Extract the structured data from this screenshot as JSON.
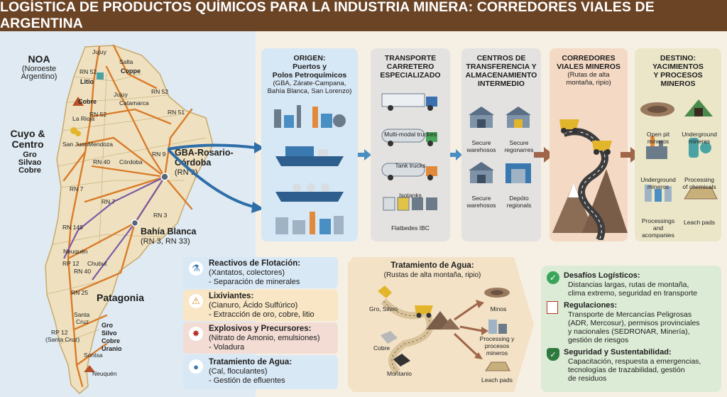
{
  "title": "LOGÍSTICA DE PRODUCTOS QUÍMICOS PARA LA INDUSTRIA MINERA: CORREDORES VIALES DE ARGENTINA",
  "map": {
    "regions": {
      "noa": {
        "name": "NOA",
        "sub1": "(Noroeste",
        "sub2": "Argentino)"
      },
      "cuyo": {
        "name1": "Cuyo &",
        "name2": "Centro",
        "sub1": "Gro",
        "sub2": "Silvao",
        "sub3": "Cobre"
      },
      "patagonia": {
        "name": "Patagonia",
        "sub1": "Gro",
        "sub2": "Silvo",
        "sub3": "Cobre",
        "sub4": "Uranio"
      }
    },
    "cities": {
      "jujuy": "Jujuy",
      "salta": "Salta",
      "coppe": "Coppe",
      "litio": "Litio",
      "cobre": "Cobre",
      "jujuy2": "Jujuy",
      "catamarca": "Catamarca",
      "larioja": "La Rioja",
      "sanjuan": "San Juan",
      "mendoza": "Mendoza",
      "cordoba": "Córdoba",
      "neuquen": "Neuquén",
      "chubut": "Chubut",
      "santacruz1": "Santa",
      "santacruz2": "Cruz",
      "rp12a": "RP 12",
      "rp12b": "(Santa Cruz)",
      "sontsa": "Sontsa",
      "neuquen2": "Neuquén"
    },
    "routes": {
      "rn52a": "RN 52",
      "rn52b": "RN 52",
      "rn52c": "RN 52",
      "rn51": "RN 51",
      "rn9": "RN 9",
      "rn40a": "RN 40",
      "rn7a": "RN 7",
      "rn7b": "RN 7",
      "rn3": "RN 3",
      "rn149": "RN 149",
      "rp12": "RP 12",
      "rn40b": "RN 40",
      "rn25": "RN 25"
    },
    "hubs": {
      "gba": {
        "l1": "GBA-Rosario-",
        "l2": "Córdoba",
        "sub": "(RN 9)"
      },
      "bahia": {
        "l1": "Bahía Blanca",
        "sub": "(RN 3, RN 33)"
      }
    }
  },
  "flow": {
    "origen": {
      "title1": "ORIGEN:",
      "title2": "Puertos y",
      "title3": "Polos Petroquímicos",
      "sub1": "(GBA, Zárate-Campana,",
      "sub2": "Bahía Blanca, San Lorenzo)"
    },
    "transporte": {
      "title1": "TRANSPORTE",
      "title2": "CARRETERO",
      "title3": "ESPECIALIZADO",
      "items": [
        "Multi-modal truckes",
        "Tank trucks",
        "Isotanks",
        "Flatbedes IBC"
      ]
    },
    "centros": {
      "title1": "CENTROS DE",
      "title2": "TRANSFERENCIA Y",
      "title3": "ALMACENAMIENTO",
      "title4": "INTERMEDIO",
      "items": [
        {
          "l1": "Secure",
          "l2": "warehosos"
        },
        {
          "l1": "Secure",
          "l2": "regonarres"
        },
        {
          "l1": "Secure",
          "l2": "warehosos"
        },
        {
          "l1": "Depóto",
          "l2": "regionals"
        }
      ]
    },
    "corredores": {
      "title1": "CORREDORES",
      "title2": "VIALES MINEROS",
      "sub1": "(Rutas de alta",
      "sub2": "montaña, ripio)"
    },
    "destino": {
      "title1": "DESTINO:",
      "title2": "YACIMIENTOS",
      "title3": "Y PROCESOS",
      "title4": "MINEROS",
      "items": [
        {
          "l1": "Open pit",
          "l2": "mineros"
        },
        {
          "l1": "Underground",
          "l2": "mineres"
        },
        {
          "l1": "Underground",
          "l2": "mineros"
        },
        {
          "l1": "Processing",
          "l2": "of chemicals"
        },
        {
          "l1": "Processings",
          "l2": "and acompanies"
        },
        {
          "l1": "Leach pads",
          "l2": ""
        }
      ]
    }
  },
  "chemicals": [
    {
      "title": "Reactivos de Flotación:",
      "l1": "(Xantatos, colectores)",
      "l2": "- Separación de minerales",
      "color": "#d9e8f5"
    },
    {
      "title": "Lixiviantes:",
      "l1": "(Cianuro, Ácido Sulfúrico)",
      "l2": "- Extracción de oro, cobre, litio",
      "color": "#f8e6c4"
    },
    {
      "title": "Explosivos y Precursores:",
      "l1": "(Nitrato de Amonio, emulsiones)",
      "l2": "- Voladura",
      "color": "#f2dcd4"
    },
    {
      "title": "Tratamiento de Agua:",
      "l1": "(Cal, floculantes)",
      "l2": "- Gestión de efluentes",
      "color": "#d9e8f5"
    }
  ],
  "treatment": {
    "title": "Tratamiento de Agua:",
    "sub": "(Rustas de alta montaña, ripio)",
    "labels": {
      "gro": "Gro, Silvro",
      "cobre": "Cobre",
      "montanio": "Montanio",
      "minos": "Minos",
      "proc1": "Processing y",
      "proc2": "procesos",
      "proc3": "mineros",
      "leach": "Leach pads"
    }
  },
  "challenges": [
    {
      "title": "Desafíos Logísticos:",
      "lines": [
        "Distancias largas, rutas de montaña,",
        "clima extremo, seguridad en transporte"
      ]
    },
    {
      "title": "Regulaciones:",
      "lines": [
        "Transporte de Mercancías Peligrosas",
        "(ADR, Mercosur), permisos provinciales",
        "y nacionales (SEDRONAR, Minería),",
        "gestión de riesgos"
      ]
    },
    {
      "title": "Seguridad y Sustentabilidad:",
      "lines": [
        "Capacitación, respuesta a emergencias,",
        "tecnologías de trazabilidad, gestión",
        "de residuos"
      ]
    }
  ],
  "colors": {
    "brown": "#6b4426",
    "road": "#d97c2b",
    "purple": "#7a5aa8",
    "blue": "#2d6ea8",
    "green": "#3aa55a"
  }
}
